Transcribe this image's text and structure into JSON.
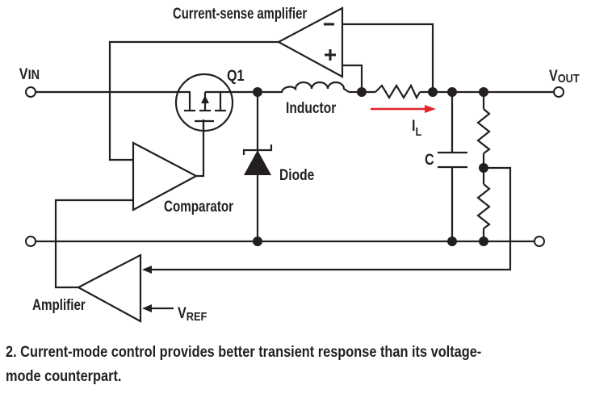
{
  "diagram": {
    "title": "Current-mode control buck converter schematic",
    "labels": {
      "vin_main": "V",
      "vin_sub": "IN",
      "vout_main": "V",
      "vout_sub": "OUT",
      "vref_main": "V",
      "vref_sub": "REF",
      "il_main": "I",
      "il_sub": "L",
      "q1": "Q1",
      "inductor": "Inductor",
      "diode": "Diode",
      "capacitor": "C",
      "comparator": "Comparator",
      "amplifier": "Amplifier",
      "current_sense_amplifier": "Current-sense amplifier",
      "minus_sign": "−",
      "plus_sign": "+"
    },
    "colors": {
      "line": "#231f20",
      "current_arrow": "#e0262b",
      "background": "#ffffff"
    }
  },
  "caption": {
    "text": "2. Current-mode control provides better transient response than its voltage-mode counterpart.",
    "line1": "2. Current-mode control provides better transient response than its voltage-",
    "line2": "mode counterpart."
  }
}
